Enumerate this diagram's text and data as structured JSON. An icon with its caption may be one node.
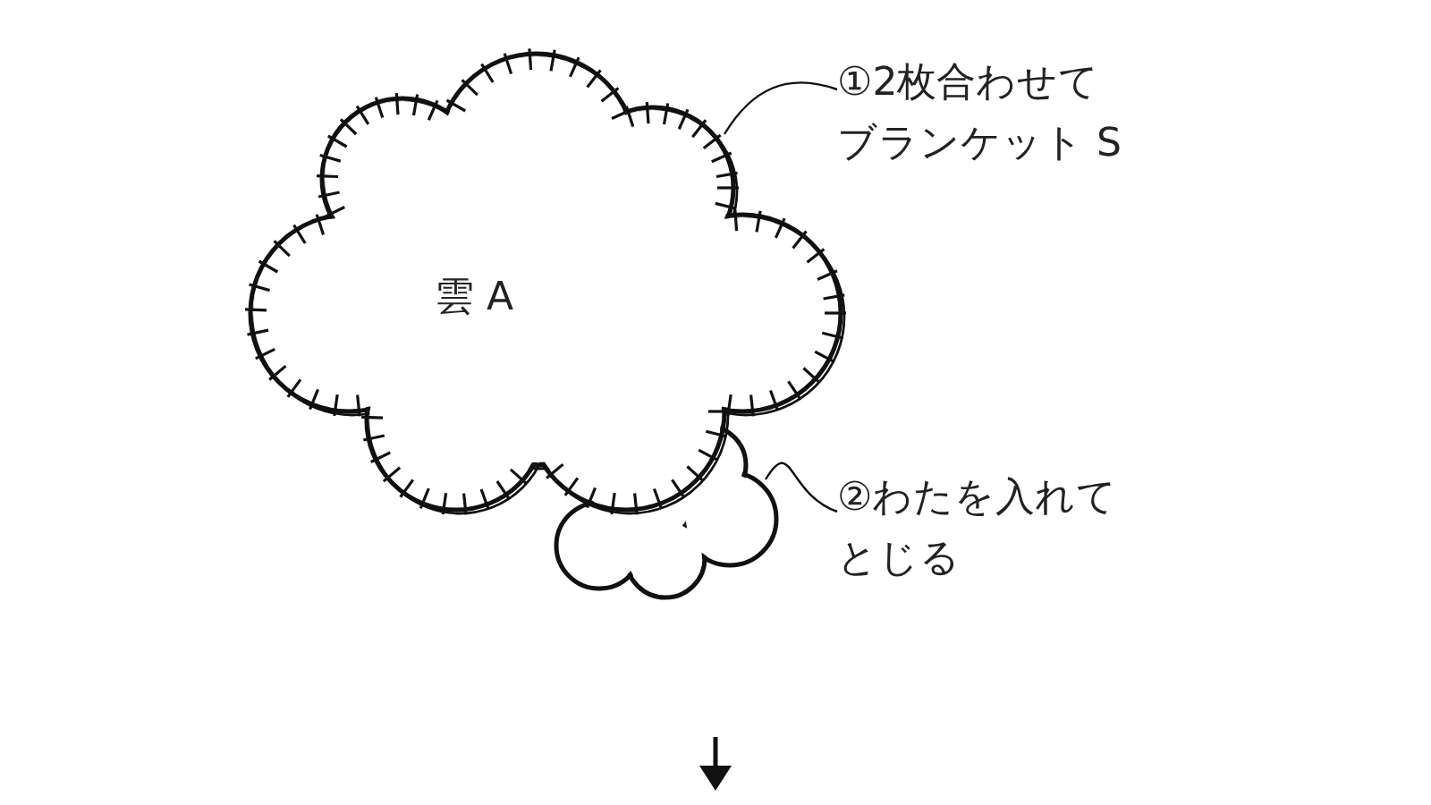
{
  "diagram": {
    "nodes": [
      {
        "text": [
          "雲 A"
        ]
      },
      {
        "text": [
          "①2枚合わせてブランケット S"
        ]
      },
      {
        "text": [
          "②わたを入れてとじる"
        ]
      },
      {
        "text": [],
        "shape": "cloud"
      }
    ],
    "edges": [
      {
        "from": 1,
        "to": 0,
        "arrow": "none"
      },
      {
        "from": 2,
        "to": 3,
        "arrow": "none"
      }
    ]
  }
}
